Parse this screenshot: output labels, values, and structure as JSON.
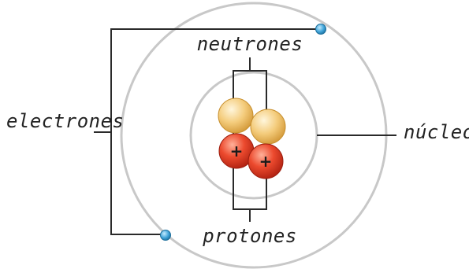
{
  "labels": {
    "electrons": "electrones",
    "neutrons": "neutrones",
    "protons": "protones",
    "nucleus": "núcleo"
  },
  "particles": {
    "proton_symbol": "+"
  },
  "colors": {
    "shell": "#c8c8c8",
    "neutron": "#f2c36b",
    "proton": "#e03a25",
    "electron": "#3fa3d8",
    "line": "#2a2a2a"
  }
}
